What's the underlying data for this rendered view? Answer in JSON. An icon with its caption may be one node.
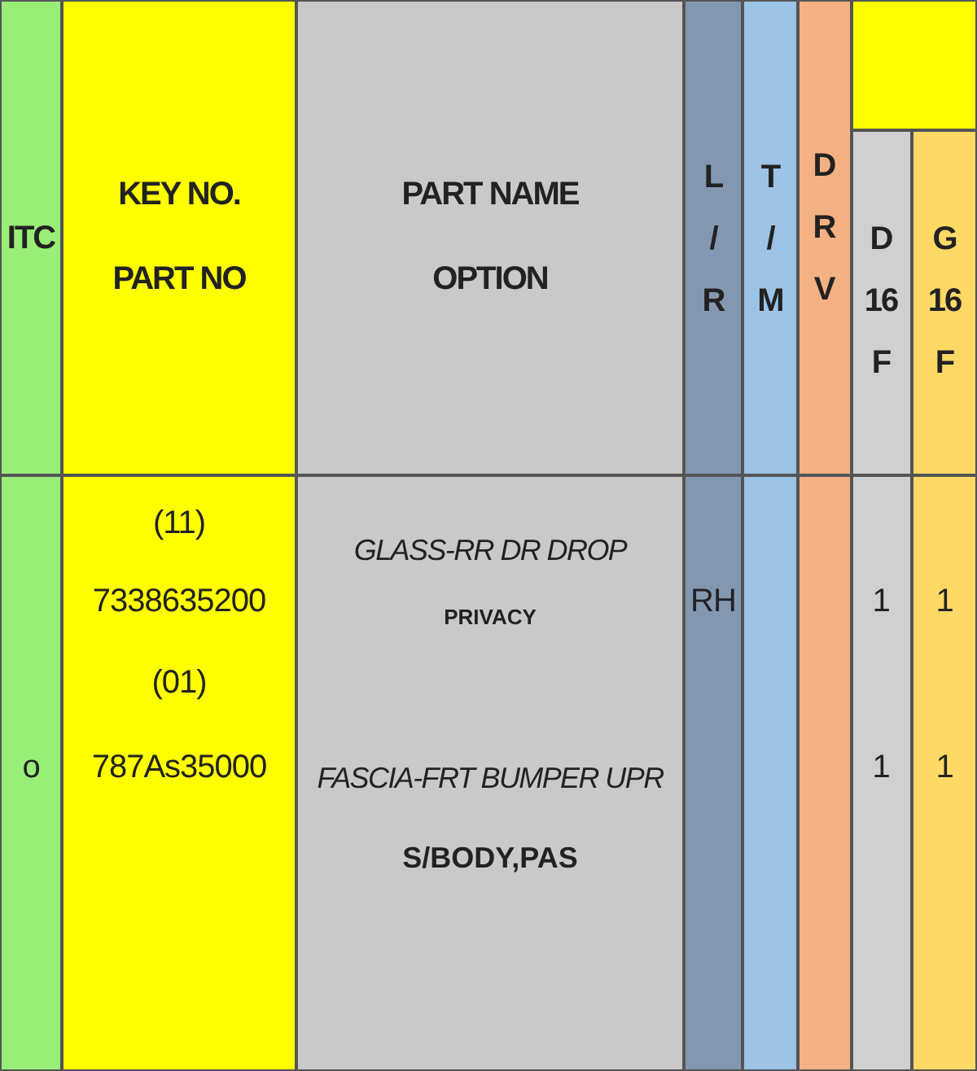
{
  "diagram": {
    "labels": [
      "ITC",
      "KEY NO.",
      "PART NO",
      "PART NAME",
      "OPTION",
      "L / R",
      "T / M",
      "D R V",
      "D 16 F",
      "G 16 F",
      "(11)",
      "GLASS-RR DR DROP",
      "7338635200",
      "RH",
      "1",
      "1",
      "PRIVACY",
      "(01)",
      "o",
      "787As35000",
      "FASCIA-FRT BUMPER UPR",
      "1",
      "1",
      "S/BODY,PAS"
    ]
  }
}
